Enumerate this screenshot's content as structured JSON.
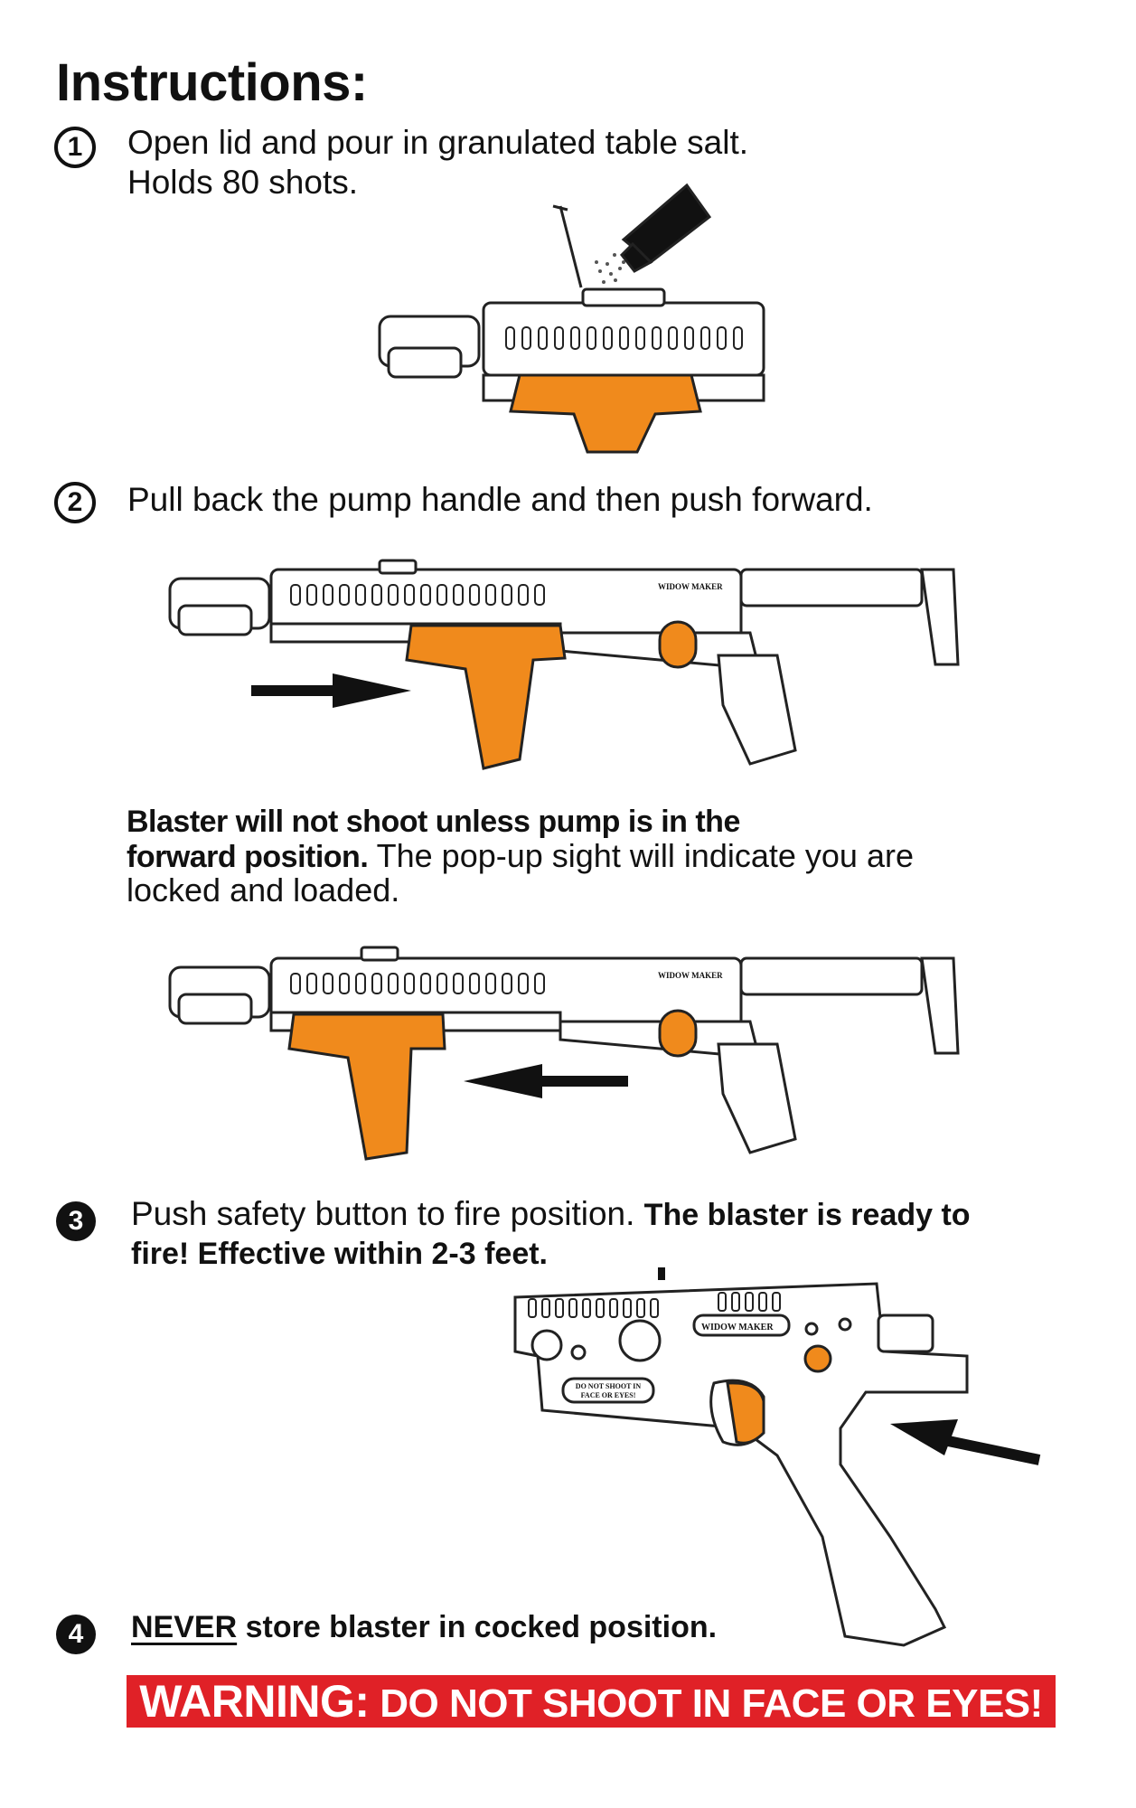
{
  "title": "Instructions:",
  "steps": [
    {
      "number": "1",
      "line1": "Open lid and pour in granulated table salt.",
      "line2": "Holds 80 shots."
    },
    {
      "number": "2",
      "text": "Pull back the pump handle and then push forward."
    },
    {
      "number": "3",
      "text_regular": "Push safety button to fire position.",
      "text_bold_1": "The blaster is ready to",
      "text_bold_2": "fire! Effective within 2-3 feet."
    },
    {
      "number": "4",
      "emphasis": "NEVER",
      "text": "store blaster in cocked position."
    }
  ],
  "note": {
    "bold_1": "Blaster will not shoot unless pump is in the",
    "bold_2": "forward position.",
    "regular_1": "The pop-up sight will indicate you are",
    "regular_2": "locked and loaded."
  },
  "gun_labels": {
    "brand": "WIDOW MAKER",
    "caution_1": "DO NOT SHOOT IN",
    "caution_2": "FACE OR EYES!"
  },
  "warning": {
    "lead": "WARNING:",
    "text": "DO NOT SHOOT IN FACE OR EYES!"
  },
  "colors": {
    "accent_orange": "#f08a1c",
    "warning_red": "#e02127"
  },
  "icons": [
    "salt-shaker-icon",
    "arrow-right-icon",
    "arrow-left-icon",
    "arrow-diagonal-icon"
  ]
}
